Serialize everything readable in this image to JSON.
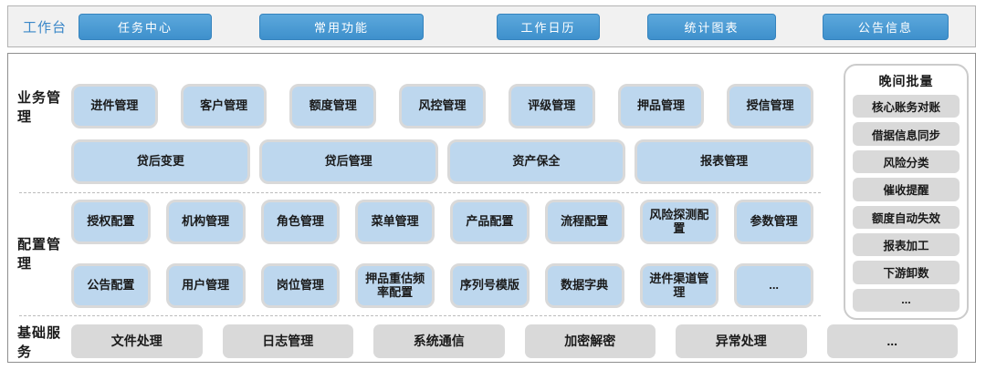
{
  "colors": {
    "accent_blue": "#4697d1",
    "tile_blue": "#bdd7ee",
    "tile_gray": "#d9d9d9",
    "panel_border": "#8f8f8f"
  },
  "workbench": {
    "label": "工作台",
    "buttons": [
      "任务中心",
      "常用功能",
      "工作日历",
      "统计图表",
      "公告信息"
    ]
  },
  "sections": {
    "business": {
      "label": "业务管理",
      "row1": [
        "进件管理",
        "客户管理",
        "额度管理",
        "风控管理",
        "评级管理",
        "押品管理",
        "授信管理"
      ],
      "row2": [
        "贷后变更",
        "贷后管理",
        "资产保全",
        "报表管理"
      ]
    },
    "config": {
      "label": "配置管理",
      "row1": [
        "授权配置",
        "机构管理",
        "角色管理",
        "菜单管理",
        "产品配置",
        "流程配置",
        "风险探测配置",
        "参数管理"
      ],
      "row2": [
        "公告配置",
        "用户管理",
        "岗位管理",
        "押品重估频率配置",
        "序列号模版",
        "数据字典",
        "进件渠道管理",
        "..."
      ]
    },
    "base": {
      "label": "基础服务",
      "items": [
        "文件处理",
        "日志管理",
        "系统通信",
        "加密解密",
        "异常处理",
        "..."
      ]
    }
  },
  "night_batch": {
    "title": "晚间批量",
    "items": [
      "核心账务对账",
      "借据信息同步",
      "风险分类",
      "催收提醒",
      "额度自动失效",
      "报表加工",
      "下游卸数",
      "..."
    ]
  }
}
